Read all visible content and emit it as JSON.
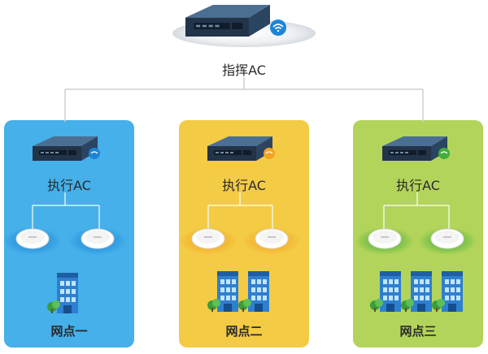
{
  "diagram": {
    "hq_controller": {
      "label": "指挥AC",
      "icon": "server-icon"
    },
    "sites": [
      {
        "color": "#45b0ea",
        "accent": "#1c84d6",
        "controller_label": "执行AC",
        "access_points": 2,
        "buildings": 1,
        "label": "网点一"
      },
      {
        "color": "#f4cb45",
        "accent": "#f4a323",
        "controller_label": "执行AC",
        "access_points": 2,
        "buildings": 2,
        "label": "网点二"
      },
      {
        "color": "#b3d45a",
        "accent": "#3fae3a",
        "controller_label": "执行AC",
        "access_points": 2,
        "buildings": 3,
        "label": "网点三"
      }
    ],
    "colors": {
      "connector": "#cfcfcf",
      "server_body": "#22344a",
      "building": "#2f7fd0"
    }
  }
}
